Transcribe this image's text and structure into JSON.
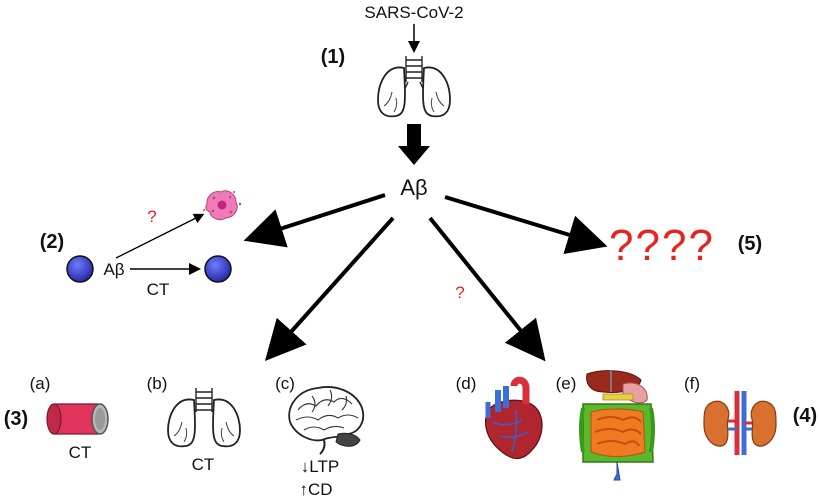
{
  "top": {
    "virus": "SARS-CoV-2",
    "step1": "(1)"
  },
  "center": {
    "abeta": "Aβ"
  },
  "step2": {
    "label": "(2)",
    "abeta": "Aβ",
    "ct": "CT",
    "question": "?"
  },
  "step5": {
    "label": "(5)",
    "questions": "????"
  },
  "middle_question": "?",
  "step3": {
    "label": "(3)",
    "items": [
      {
        "letter": "(a)",
        "caption": "CT",
        "icon": "blood-vessel-icon"
      },
      {
        "letter": "(b)",
        "caption": "CT",
        "icon": "lungs-icon"
      },
      {
        "letter": "(c)",
        "caption_line1": "↓LTP",
        "caption_line2": "↑CD",
        "icon": "brain-icon"
      }
    ]
  },
  "step4": {
    "label": "(4)",
    "items": [
      {
        "letter": "(d)",
        "icon": "heart-icon"
      },
      {
        "letter": "(e)",
        "icon": "digestive-system-icon"
      },
      {
        "letter": "(f)",
        "icon": "kidneys-icon"
      }
    ]
  },
  "colors": {
    "question_red": "#e8231f",
    "cell_blue": "#3b3fd6",
    "vessel_red": "#e0345a",
    "arrow": "#000000"
  }
}
